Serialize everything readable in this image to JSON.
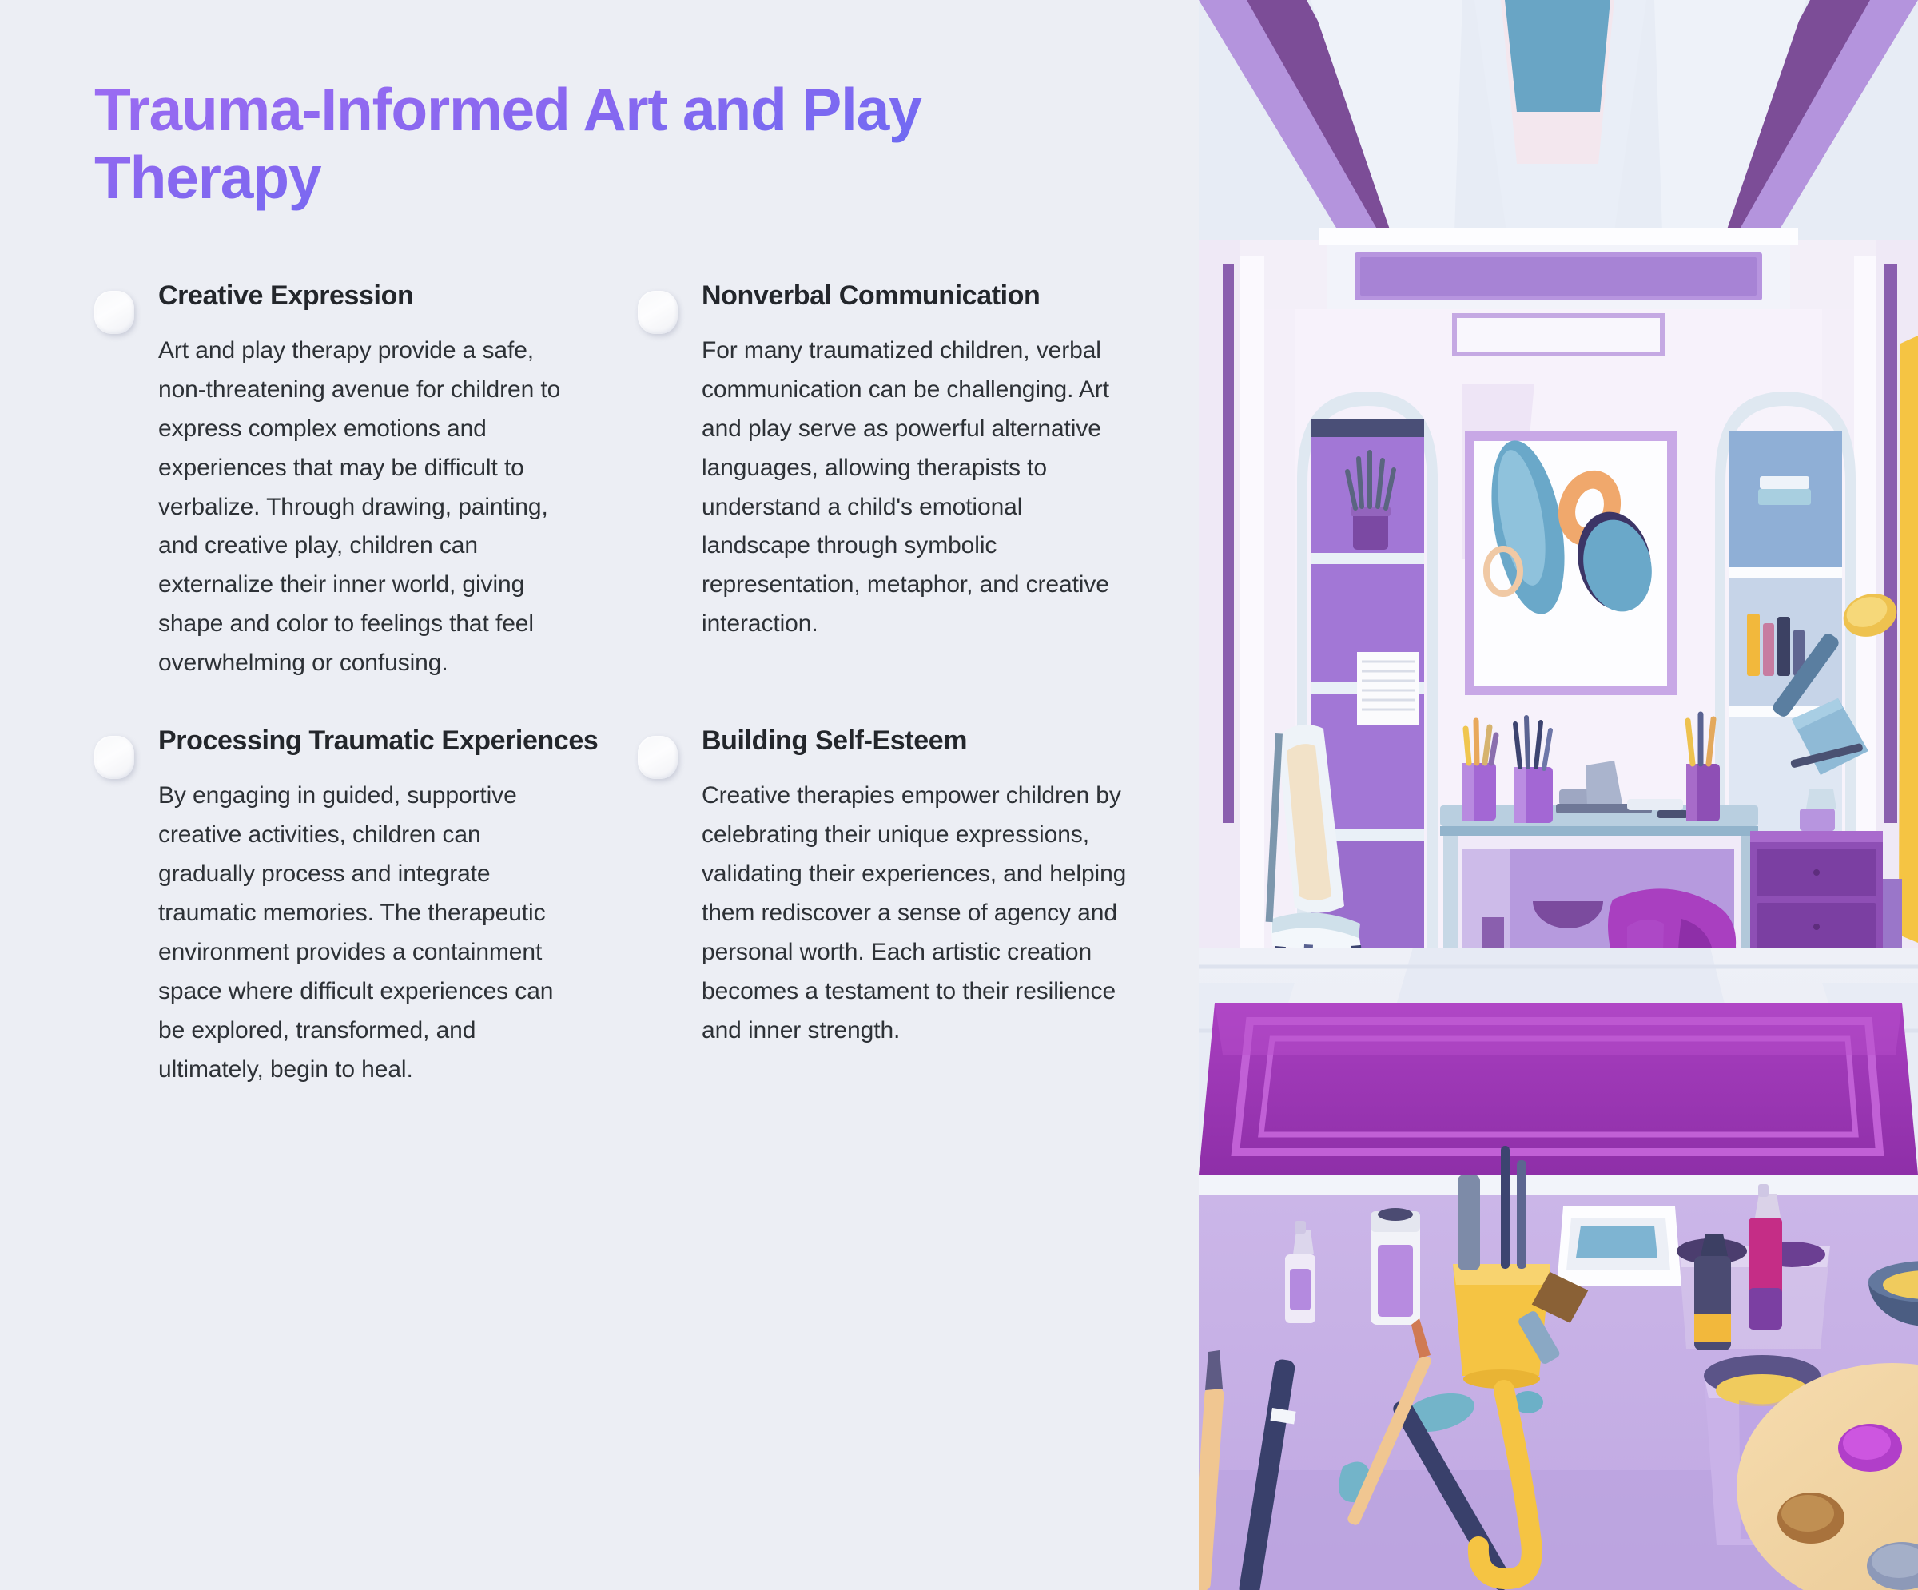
{
  "header": {
    "title": "Trauma-Informed Art and Play Therapy",
    "title_gradient_from": "#9d6cf2",
    "title_gradient_to": "#4a6cf0"
  },
  "theme": {
    "background": "#eceef4",
    "heading_color": "#23262b",
    "body_color": "#2d3136",
    "bullet_fill": "#f8f9fb",
    "illustration_accent_purple": "#8e4fb5",
    "illustration_accent_lavender": "#b18adc",
    "illustration_accent_blue": "#6da8c9",
    "illustration_accent_yellow": "#f5c443"
  },
  "columns": {
    "left": [
      {
        "bullet": "squircle-bullet",
        "title": "Creative Expression",
        "text": "Art and play therapy provide a safe, non-threatening avenue for children to express complex emotions and experiences that may be difficult to verbalize. Through drawing, painting, and creative play, children can externalize their inner world, giving shape and color to feelings that feel overwhelming or confusing."
      },
      {
        "bullet": "squircle-bullet",
        "title": "Processing Traumatic Experiences",
        "text": "By engaging in guided, supportive creative activities, children can gradually process and integrate traumatic memories. The therapeutic environment provides a containment space where difficult experiences can be explored, transformed, and ultimately, begin to heal."
      }
    ],
    "right": [
      {
        "bullet": "squircle-bullet",
        "title": "Nonverbal Communication",
        "text": "For many traumatized children, verbal communication can be challenging. Art and play serve as powerful alternative languages, allowing therapists to understand a child's emotional landscape through symbolic representation, metaphor, and creative interaction."
      },
      {
        "bullet": "squircle-bullet",
        "title": "Building Self-Esteem",
        "text": "Creative therapies empower children by celebrating their unique expressions, validating their experiences, and helping them rediscover a sense of agency and personal worth. Each artistic creation becomes a testament to their resilience and inner strength."
      }
    ]
  },
  "illustration": {
    "name": "art-therapy-studio-illustration",
    "description": "Flat-vector interior of a purple art therapy studio: perspective ceiling beams, arched alcove shelving with plant and books, abstract framed painting, desk with pencil cups, chair, dresser with lamp, purple draped cloth, purple area rug, and a foreground table of art supplies including paint tubes, brush cup, palette, water jars and brushes."
  }
}
